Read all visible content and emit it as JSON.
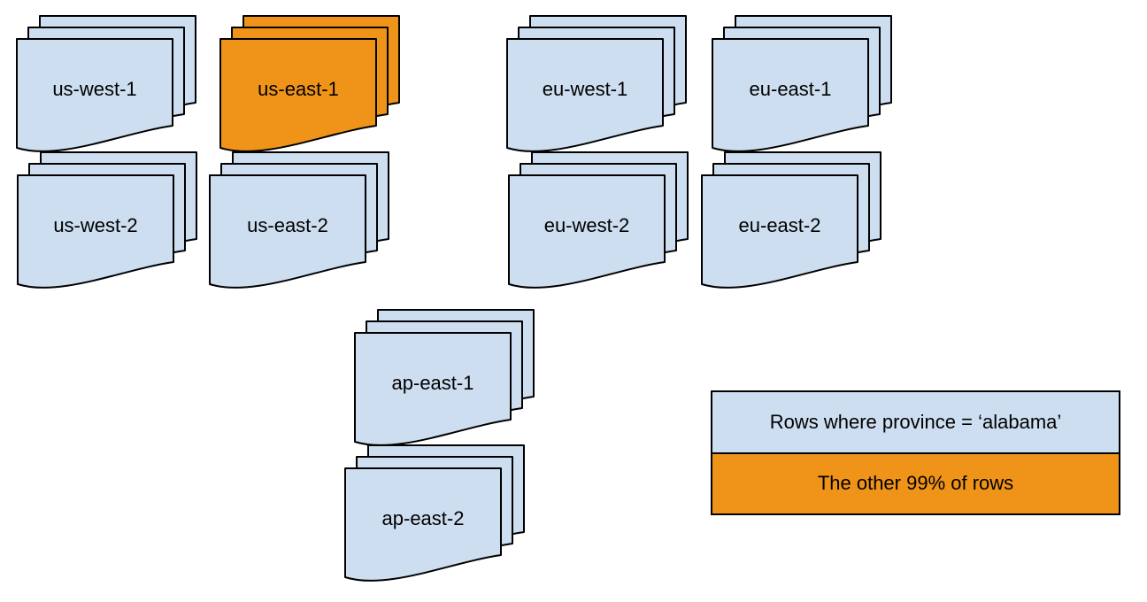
{
  "colors": {
    "document_fill": "#CDDEF0",
    "highlight_fill": "#F09419",
    "outline": "#000000",
    "text": "#000000"
  },
  "stacks": [
    {
      "label": "us-west-1",
      "highlighted": false
    },
    {
      "label": "us-east-1",
      "highlighted": true
    },
    {
      "label": "eu-west-1",
      "highlighted": false
    },
    {
      "label": "eu-east-1",
      "highlighted": false
    },
    {
      "label": "us-west-2",
      "highlighted": false
    },
    {
      "label": "us-east-2",
      "highlighted": false
    },
    {
      "label": "eu-west-2",
      "highlighted": false
    },
    {
      "label": "eu-east-2",
      "highlighted": false
    },
    {
      "label": "ap-east-1",
      "highlighted": false
    },
    {
      "label": "ap-east-2",
      "highlighted": false
    }
  ],
  "legend": {
    "items": [
      {
        "label": "Rows where province = ‘alabama’",
        "color": "#CDDEF0"
      },
      {
        "label": "The other 99% of rows",
        "color": "#F09419"
      }
    ]
  }
}
